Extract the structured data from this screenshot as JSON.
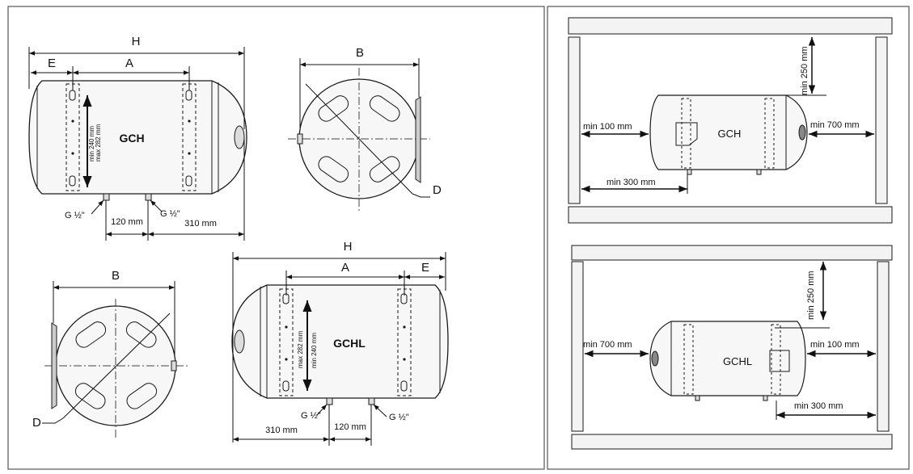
{
  "diagrams": {
    "gch": {
      "model": "GCH",
      "dim_h": "H",
      "dim_e": "E",
      "dim_a": "A",
      "bracket_range_1": "min 240 mm",
      "bracket_range_2": "max 282 mm",
      "pipe_left": "G ½\"",
      "pipe_right": "G ½\"",
      "pipe_spacing": "120 mm",
      "pipe_offset": "310 mm"
    },
    "gch_side": {
      "dim_b": "B",
      "dim_d": "D"
    },
    "gchl_side": {
      "dim_b": "B",
      "dim_d": "D"
    },
    "gchl": {
      "model": "GCHL",
      "dim_h": "H",
      "dim_a": "A",
      "dim_e": "E",
      "bracket_range_1": "max 282 mm",
      "bracket_range_2": "min 240 mm",
      "pipe_left": "G ½\"",
      "pipe_right": "G ½\"",
      "pipe_offset": "310 mm",
      "pipe_spacing": "120 mm"
    },
    "gch_install": {
      "model": "GCH",
      "clear_top": "min 250 mm",
      "clear_left": "min 100 mm",
      "clear_right": "min 700 mm",
      "clear_bottom": "min 300 mm"
    },
    "gchl_install": {
      "model": "GCHL",
      "clear_top": "min 250 mm",
      "clear_left": "min 700 mm",
      "clear_right": "min 100 mm",
      "clear_bottom": "min 300 mm"
    }
  },
  "colors": {
    "line": "#1a1a1a",
    "tank_fill": "#f7f7f7",
    "wall_fill": "#f3f3f3",
    "frame": "#555555"
  }
}
